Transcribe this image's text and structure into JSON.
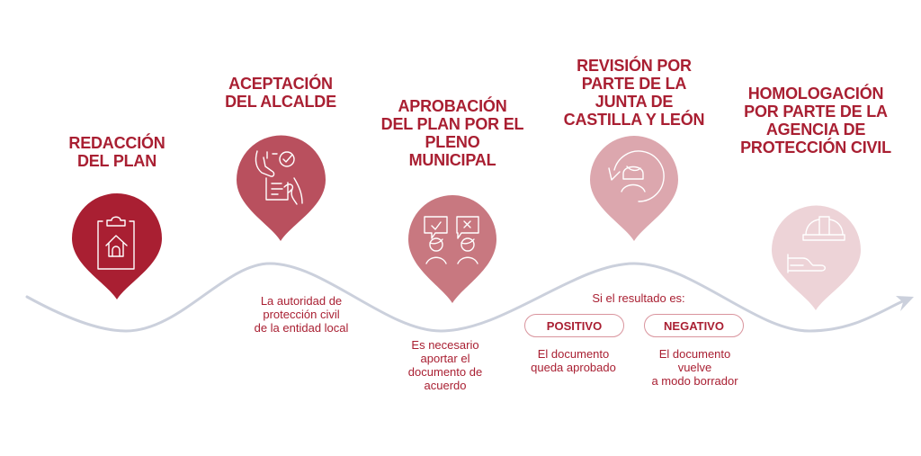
{
  "colors": {
    "title": "#A91F32",
    "wave": "#CBD0DC",
    "pill_border": "#D9949D",
    "step1": "#A91F32",
    "step2": "#B9505E",
    "step3": "#C87880",
    "step4": "#DCA7AE",
    "step5": "#EDD3D7"
  },
  "steps": [
    {
      "title": "REDACCIÓN\nDEL PLAN",
      "icon": "clipboard-house-icon",
      "note": ""
    },
    {
      "title": "ACEPTACIÓN\nDEL ALCALDE",
      "icon": "hands-document-check-icon",
      "note": "La autoridad de\nprotección civil\nde la entidad local"
    },
    {
      "title": "APROBACIÓN\nDEL PLAN POR EL\nPLENO\nMUNICIPAL",
      "icon": "people-vote-icon",
      "note": "Es necesario\naportar el\ndocumento de\nacuerdo"
    },
    {
      "title": "REVISIÓN POR\nPARTE DE LA\nJUNTA DE\nCASTILLA Y LEÓN",
      "icon": "person-review-cycle-icon",
      "note": ""
    },
    {
      "title": "HOMOLOGACIÓN\nPOR PARTE DE LA\nAGENCIA DE\nPROTECCIÓN CIVIL",
      "icon": "helmet-hand-icon",
      "note": ""
    }
  ],
  "result": {
    "intro": "Si el resultado es:",
    "positive": {
      "label": "POSITIVO",
      "text": "El documento\nqueda aprobado"
    },
    "negative": {
      "label": "NEGATIVO",
      "text": "El documento\nvuelve\na modo borrador"
    }
  }
}
